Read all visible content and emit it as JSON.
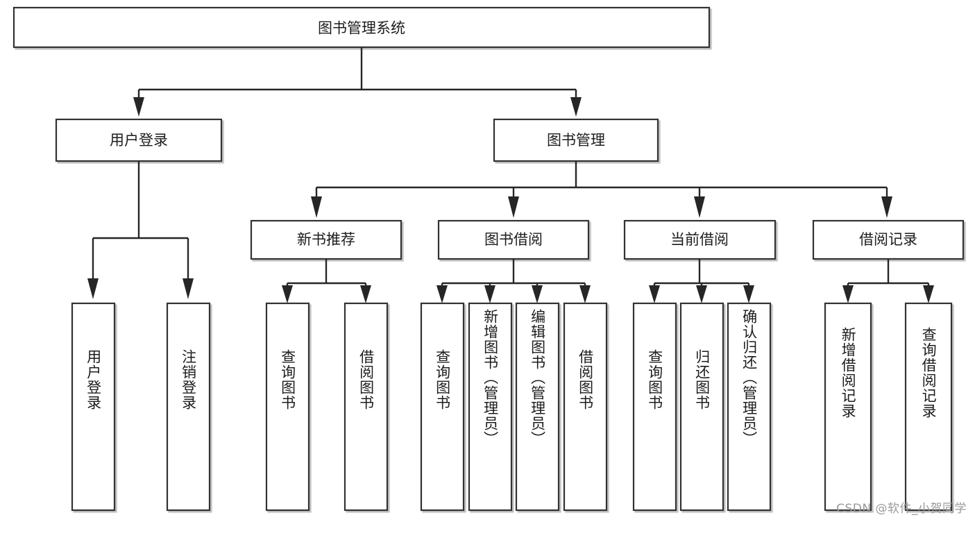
{
  "diagram": {
    "type": "tree-hierarchy",
    "title": "图书管理系统",
    "watermark": "CSDN @软件_小贺同学",
    "colors": {
      "box_stroke": "#333333",
      "box_fill": "#ffffff",
      "connector": "#262626",
      "text": "#1c1c1c",
      "watermark": "#9a9a9a",
      "canvas": "#ffffff"
    },
    "levels": [
      {
        "level": 1,
        "nodes": [
          {
            "id": "root",
            "label": "图书管理系统",
            "orientation": "horizontal"
          }
        ]
      },
      {
        "level": 2,
        "nodes": [
          {
            "id": "user-login",
            "label": "用户登录",
            "orientation": "horizontal",
            "parent": "root"
          },
          {
            "id": "book-manage",
            "label": "图书管理",
            "orientation": "horizontal",
            "parent": "root"
          }
        ]
      },
      {
        "level": 3,
        "nodes": [
          {
            "id": "new-book-rec",
            "label": "新书推荐",
            "orientation": "horizontal",
            "parent": "book-manage"
          },
          {
            "id": "book-borrow",
            "label": "图书借阅",
            "orientation": "horizontal",
            "parent": "book-manage"
          },
          {
            "id": "current-borrow",
            "label": "当前借阅",
            "orientation": "horizontal",
            "parent": "book-manage"
          },
          {
            "id": "borrow-record",
            "label": "借阅记录",
            "orientation": "horizontal",
            "parent": "book-manage"
          }
        ]
      },
      {
        "level": 4,
        "nodes": [
          {
            "id": "leaf-user-login",
            "label": "用户登录",
            "orientation": "vertical",
            "parent": "user-login"
          },
          {
            "id": "leaf-user-logout",
            "label": "注销登录",
            "orientation": "vertical",
            "parent": "user-login"
          },
          {
            "id": "leaf-query-book-1",
            "label": "查询图书",
            "orientation": "vertical",
            "parent": "new-book-rec"
          },
          {
            "id": "leaf-borrow-book-1",
            "label": "借阅图书",
            "orientation": "vertical",
            "parent": "new-book-rec"
          },
          {
            "id": "leaf-query-book-2",
            "label": "查询图书",
            "orientation": "vertical",
            "parent": "book-borrow"
          },
          {
            "id": "leaf-add-book",
            "label": "新增图书（管理员）",
            "orientation": "vertical",
            "parent": "book-borrow"
          },
          {
            "id": "leaf-edit-book",
            "label": "编辑图书（管理员）",
            "orientation": "vertical",
            "parent": "book-borrow"
          },
          {
            "id": "leaf-borrow-book-2",
            "label": "借阅图书",
            "orientation": "vertical",
            "parent": "book-borrow"
          },
          {
            "id": "leaf-query-book-3",
            "label": "查询图书",
            "orientation": "vertical",
            "parent": "current-borrow"
          },
          {
            "id": "leaf-return-book",
            "label": "归还图书",
            "orientation": "vertical",
            "parent": "current-borrow"
          },
          {
            "id": "leaf-confirm-return",
            "label": "确认归还（管理员）",
            "orientation": "vertical",
            "parent": "current-borrow"
          },
          {
            "id": "leaf-add-record",
            "label": "新增借阅记录",
            "orientation": "vertical",
            "parent": "borrow-record"
          },
          {
            "id": "leaf-query-record",
            "label": "查询借阅记录",
            "orientation": "vertical",
            "parent": "borrow-record"
          }
        ]
      }
    ]
  }
}
